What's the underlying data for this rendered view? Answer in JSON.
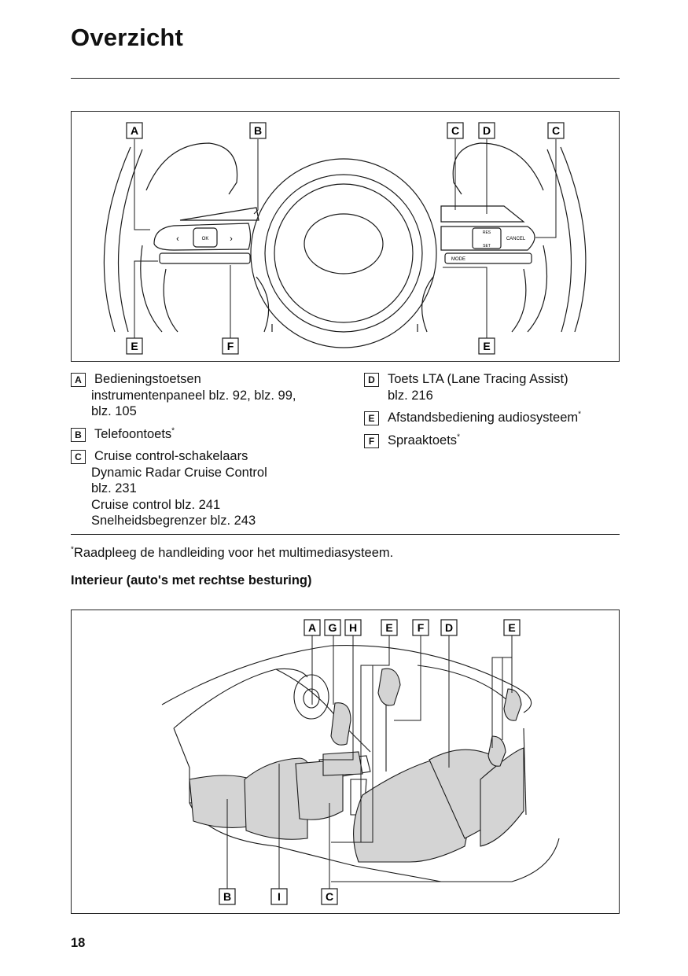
{
  "page": {
    "title": "Overzicht",
    "number": "18"
  },
  "steering_figure": {
    "labels_top": [
      "A",
      "B",
      "C",
      "D",
      "C"
    ],
    "labels_bottom": [
      "E",
      "F",
      "E"
    ],
    "button_text": {
      "ok": "OK",
      "cancel": "CANCEL",
      "mode": "MODE",
      "res": "RES",
      "set": "SET"
    }
  },
  "legend": {
    "left": [
      {
        "key": "A",
        "lines": [
          "Bedieningstoetsen",
          "instrumentenpaneel blz. 92, blz. 99,",
          "blz. 105"
        ]
      },
      {
        "key": "B",
        "lines": [
          "Telefoontoets"
        ],
        "mark": "*"
      },
      {
        "key": "C",
        "lines": [
          "Cruise control-schakelaars",
          "Dynamic Radar Cruise Control",
          "blz. 231",
          "Cruise control blz. 241",
          "Snelheidsbegrenzer blz. 243"
        ]
      }
    ],
    "right": [
      {
        "key": "D",
        "lines": [
          "Toets LTA (Lane Tracing Assist)",
          "blz. 216"
        ]
      },
      {
        "key": "E",
        "lines": [
          "Afstandsbediening audiosysteem"
        ],
        "mark": "*"
      },
      {
        "key": "F",
        "lines": [
          "Spraaktoets"
        ],
        "mark": "*"
      }
    ]
  },
  "footnote": {
    "mark": "*",
    "text": "Raadpleeg de handleiding voor het multimediasysteem."
  },
  "interior": {
    "heading": "Interieur (auto's met rechtse besturing)",
    "labels_top": [
      "A",
      "G",
      "H",
      "E",
      "F",
      "D",
      "E"
    ],
    "labels_bottom": [
      "B",
      "I",
      "C"
    ]
  },
  "colors": {
    "rule": "#222222",
    "seat_fill": "#d4d4d4",
    "line": "#1a1a1a"
  }
}
